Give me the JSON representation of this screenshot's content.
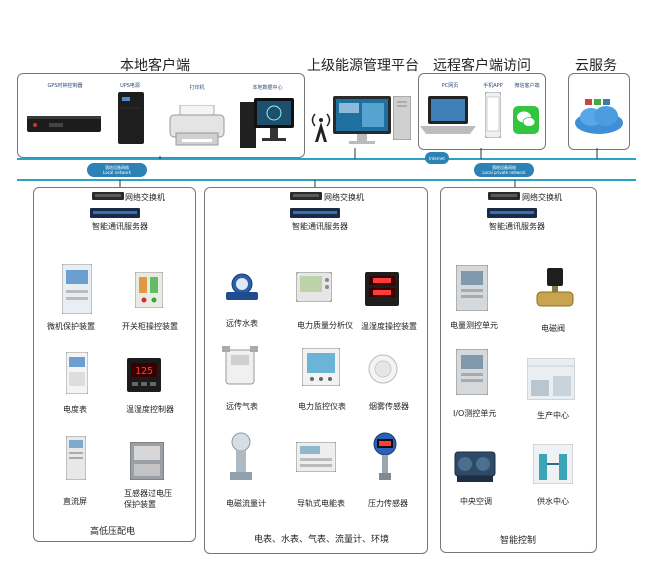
{
  "headers": {
    "local": "本地客户端",
    "platform": "上级能源管理平台",
    "remote": "远程客户端访问",
    "cloud": "云服务"
  },
  "local_devices": {
    "gps": "GPS时钟控制器",
    "ups": "UPS电源",
    "printer": "打印机",
    "datacenter": "本地数据中心"
  },
  "remote_devices": {
    "pc": "PC网页",
    "app": "手机APP",
    "wechat": "微信客户端"
  },
  "network": {
    "hub_left": "落地设备网络\nLocal network",
    "hub_right": "落地设备网络\nLocal private network",
    "internet": "Internet"
  },
  "panels": [
    {
      "switch": "网络交换机",
      "server": "智能通讯服务器",
      "devices": [
        "微机保护装置",
        "开关柜操控装置",
        "电度表",
        "温湿度控制器",
        "直流屏",
        "互感器过电压\n保护装置"
      ],
      "display_value": "125",
      "footer": "高低压配电"
    },
    {
      "switch": "网络交换机",
      "server": "智能通讯服务器",
      "devices": [
        "远传水表",
        "电力质量分析仪",
        "温湿度操控装置",
        "远传气表",
        "电力监控仪表",
        "烟雾传感器",
        "电磁流量计",
        "导轨式电能表",
        "压力传感器"
      ],
      "footer": "电表、水表、气表、流量计、环境"
    },
    {
      "switch": "网络交换机",
      "server": "智能通讯服务器",
      "devices": [
        "电量测控单元",
        "电磁阀",
        "I/O测控单元",
        "生产中心",
        "中央空调",
        "供水中心"
      ],
      "footer": "智能控制"
    }
  ],
  "colors": {
    "bus": "#2aa3c7",
    "lines": "#333333",
    "panel_border": "#777777"
  }
}
